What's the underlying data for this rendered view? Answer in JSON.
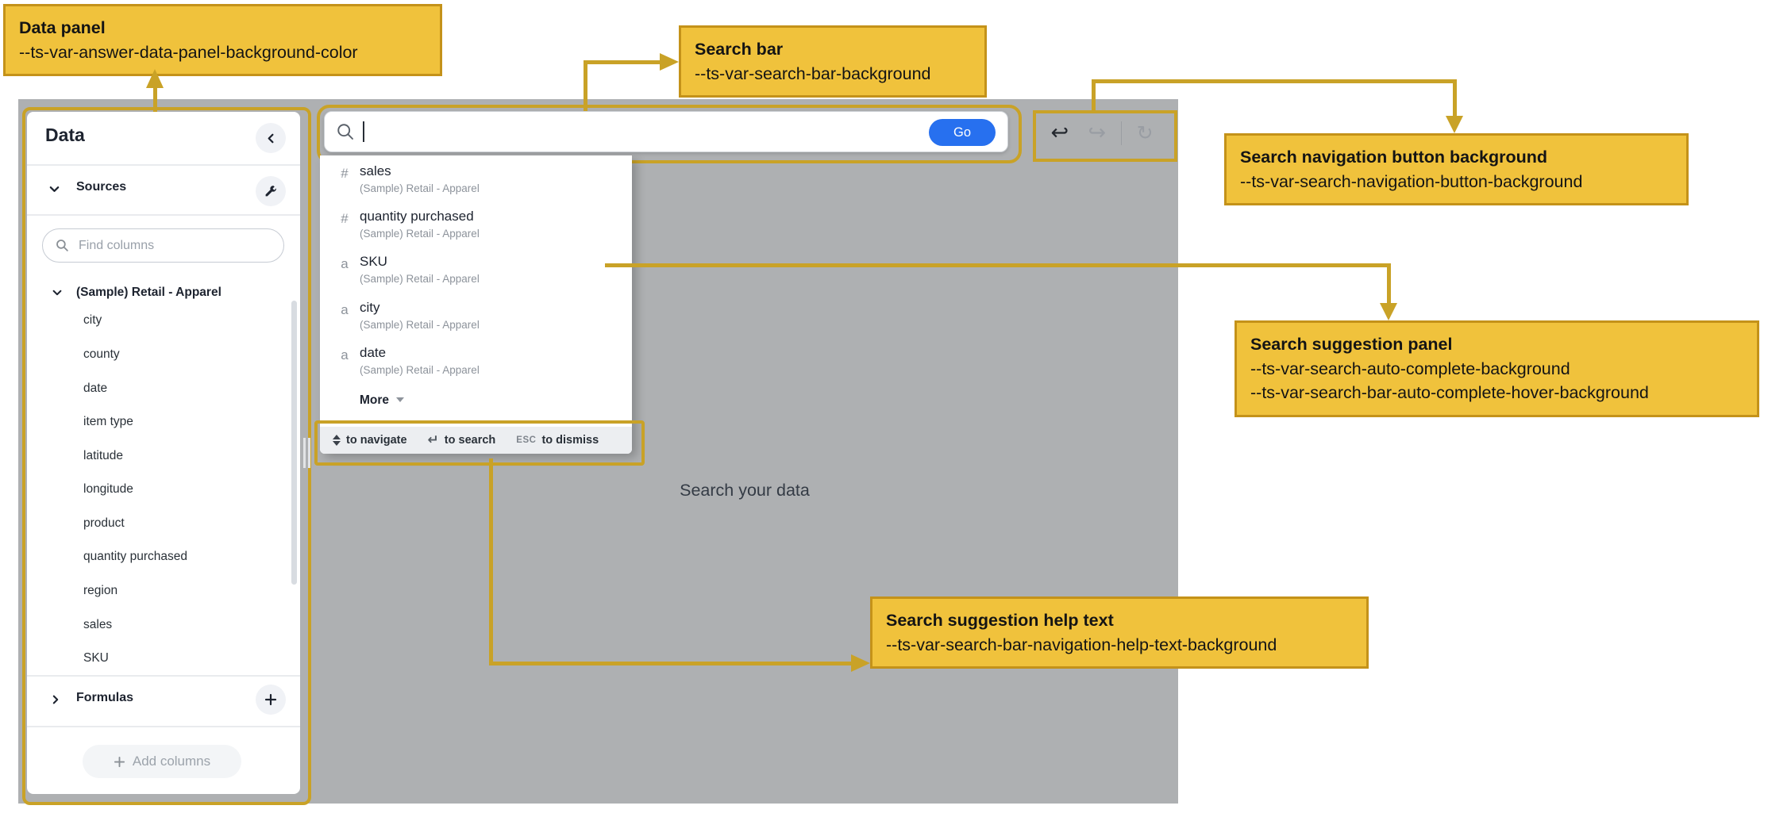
{
  "callouts": {
    "data_panel": {
      "title": "Data panel",
      "var1": "--ts-var-answer-data-panel-background-color"
    },
    "search_bar": {
      "title": "Search bar",
      "var1": "--ts-var-search-bar-background"
    },
    "search_navigation": {
      "title": "Search navigation button background",
      "var1": "--ts-var-search-navigation-button-background"
    },
    "suggestion_panel": {
      "title": "Search suggestion panel",
      "var1": "--ts-var-search-auto-complete-background",
      "var2": "--ts-var-search-bar-auto-complete-hover-background"
    },
    "help_text": {
      "title": "Search suggestion help text",
      "var1": "--ts-var-search-bar-navigation-help-text-background"
    }
  },
  "data_panel": {
    "title": "Data",
    "sources_label": "Sources",
    "find_columns_placeholder": "Find columns",
    "table_name": "(Sample) Retail - Apparel",
    "columns": [
      "city",
      "county",
      "date",
      "item type",
      "latitude",
      "longitude",
      "product",
      "quantity purchased",
      "region",
      "sales",
      "SKU"
    ],
    "formulas_label": "Formulas",
    "add_columns_label": "Add columns"
  },
  "search_bar": {
    "value": "",
    "go_label": "Go"
  },
  "suggestions": {
    "items": [
      {
        "type": "#",
        "label": "sales",
        "source": "(Sample) Retail - Apparel"
      },
      {
        "type": "#",
        "label": "quantity purchased",
        "source": "(Sample) Retail - Apparel"
      },
      {
        "type": "a",
        "label": "SKU",
        "source": "(Sample) Retail - Apparel"
      },
      {
        "type": "a",
        "label": "city",
        "source": "(Sample) Retail - Apparel"
      },
      {
        "type": "a",
        "label": "date",
        "source": "(Sample) Retail - Apparel"
      }
    ],
    "more_label": "More",
    "help": {
      "navigate": "to navigate",
      "search": "to search",
      "esc_key": "ESC",
      "dismiss": "to dismiss"
    }
  },
  "canvas": {
    "empty_state_text": "Search your data"
  },
  "colors": {
    "annotation_fill": "#F0C23C",
    "annotation_border": "#C49219",
    "annotation_line": "#C9A227",
    "canvas_gray": "#AEB0B2",
    "accent_blue": "#2770EF",
    "help_bar_background": "#ECEEF1",
    "panel_background": "#FFFFFF"
  }
}
